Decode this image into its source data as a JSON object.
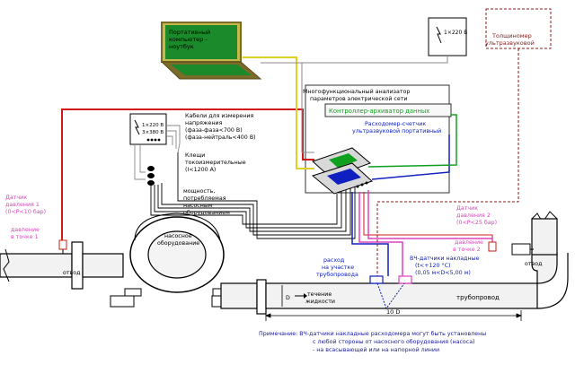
{
  "labels": {
    "laptop": [
      "Портативный",
      "компьютер -",
      "ноутбук"
    ],
    "power_box": "1×220 В",
    "thickness_gauge": [
      "Толщиномер",
      "ультразвуковой"
    ],
    "analyzer": [
      "Многофункциональный анализатор",
      "параметров электрической сети"
    ],
    "controller": "Контроллер-архиватор данных",
    "flowmeter": [
      "Расходомер-счетчик",
      "ультразвуковой портативный"
    ],
    "power_supply": [
      "1×220 В",
      "3×380 В"
    ],
    "cables": [
      "Кабели для измерения",
      "напряжения",
      "(фаза-фаза<700 В)",
      "(фаза-нейтраль<400 В)"
    ],
    "clamps": [
      "Клещи",
      "токоизмерительные",
      "(I<1200 А)"
    ],
    "power_label": [
      "мощность,",
      "потребляемая",
      "насосным",
      "оборудованием"
    ],
    "pump": [
      "насосное",
      "оборудование"
    ],
    "sensor1": [
      "Датчик",
      "давления 1",
      "(0<P<10 бар)"
    ],
    "pressure1": [
      "давление",
      "в точке 1"
    ],
    "sensor2": [
      "Датчик",
      "давления 2",
      "(0<P<25 бар)"
    ],
    "pressure2": [
      "давление",
      "в точке 2"
    ],
    "tap1": "отвод",
    "tap2": "отвод",
    "flow": [
      "расход",
      "на участке",
      "трубопровода"
    ],
    "transducers": [
      "ВЧ-датчики накладные",
      "(t<+120 °С)",
      "(0,05 м<D<5,00 м)"
    ],
    "d_mark": "D",
    "fluid": [
      "течение",
      "жидкости"
    ],
    "pipeline": "трубопровод",
    "ten_d": "10 D",
    "note": [
      "Примечание: ВЧ-датчики накладные расходомера могут быть установлены",
      "с любой стороны от насосного оборудования (насоса)",
      "- на всасывающей или на напорной линии"
    ]
  },
  "colors": {
    "laptop_green": "#1b8a2a",
    "laptop_frame": "#7a6b2a",
    "laptop_border": "#c8b84a",
    "usb_yellow": "#e0d020",
    "cable_red": "#d01818",
    "cable_magenta": "#e040c0",
    "cable_green": "#10a020",
    "cable_blue": "#1020c0",
    "dashed_brown": "#8b1a1a",
    "note_blue": "#1a1aa0",
    "pipe_fill": "#f2f2f2"
  }
}
